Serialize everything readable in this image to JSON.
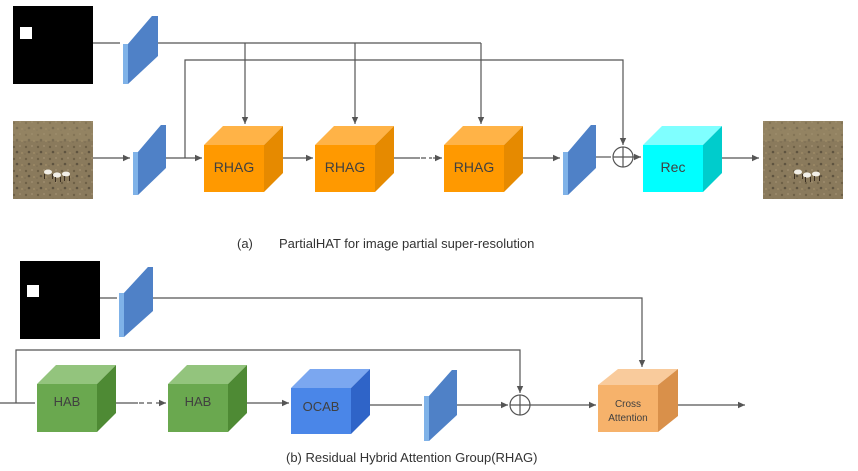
{
  "caption_a_tag": "(a)",
  "caption_a_text": "PartialHAT for image partial super-resolution",
  "caption_b": "(b) Residual Hybrid Attention Group(RHAG)",
  "blocks": {
    "rhag_1": "RHAG",
    "rhag_2": "RHAG",
    "rhag_3": "RHAG",
    "rec": "Rec",
    "hab_1": "HAB",
    "hab_2": "HAB",
    "ocab": "OCAB",
    "cross_attention_line1": "Cross",
    "cross_attention_line2": "Attention"
  },
  "colors": {
    "rhag": "#ff9900",
    "rec": "#00ffff",
    "hab": "#6aa84f",
    "ocab": "#4a86e8",
    "cross_attention": "#f6b26b",
    "conv": "#5b8fd1",
    "line": "#555555"
  }
}
